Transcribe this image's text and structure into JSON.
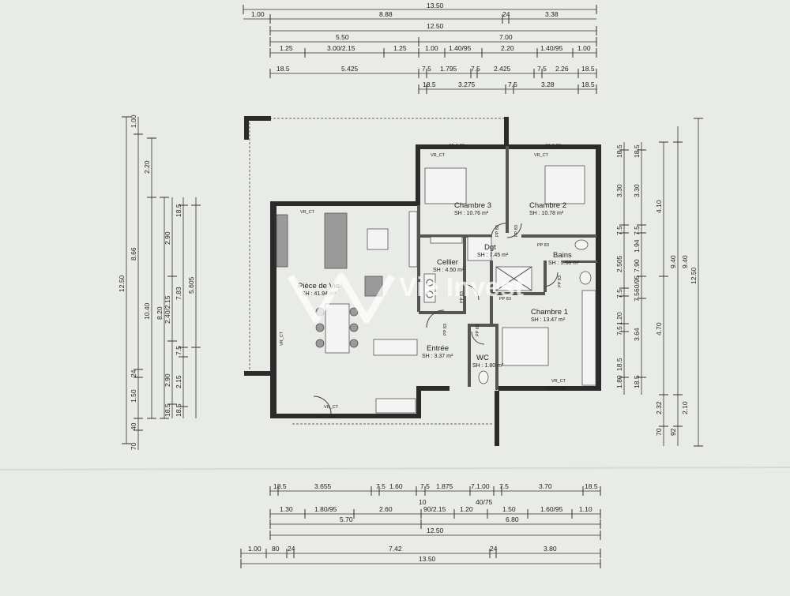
{
  "dimensions": {
    "top": [
      [
        "1.00",
        "8.88",
        "24",
        "3.38"
      ],
      [
        "12.50"
      ],
      [
        "5.50",
        "7.00"
      ],
      [
        "1.25",
        "3.00/2.15",
        "1.25",
        "1.00",
        "1.40/95",
        "2.20",
        "1.40/95",
        "1.00"
      ],
      [
        "18.5",
        "5.425",
        "7.5",
        "1.795",
        "7.5",
        "2.425",
        "7.5",
        "2.26",
        "18.5"
      ],
      [
        "18.5",
        "3.275",
        "7.5",
        "3.28",
        "18.5"
      ]
    ],
    "top_total": "13.50",
    "bottom": [
      [
        "18.5",
        "3.655",
        "7.5",
        "1.60",
        "7.5",
        "1.875",
        "7.1.00",
        "7.5",
        "3.70",
        "18.5"
      ],
      [
        "10",
        "40/75"
      ],
      [
        "1.30",
        "1.80/95",
        "2.60",
        "90/2.15",
        "1.20",
        "1.50",
        "1.60/95",
        "1.10"
      ],
      [
        "5.70",
        "6.80"
      ],
      [
        "12.50"
      ],
      [
        "1.00",
        "80",
        "24",
        "7.42",
        "24",
        "3.80"
      ],
      [
        "13.50"
      ]
    ],
    "left": [
      [
        "12.50"
      ],
      [
        "1.00",
        "8.66",
        "24",
        "1.50",
        "40",
        "70"
      ],
      [
        "2.20",
        "10.40"
      ],
      [
        "8.20"
      ],
      [
        "2.90",
        "2.40/2.15",
        "2.90",
        "18.5"
      ],
      [
        "18.5",
        "7.83",
        "7.5",
        "2.15",
        "18.5"
      ],
      [
        "5.605"
      ]
    ],
    "right": [
      [
        "18.5",
        "3.30",
        "7.5",
        "2.505",
        "7.5",
        "1.20",
        "7.5",
        "18.5",
        "1.80"
      ],
      [
        "18.5",
        "3.30",
        "7.5",
        "1.94",
        "7.90",
        "60/95",
        "7.5",
        "3.64",
        "18.5"
      ],
      [
        "4.10",
        "4.70",
        "2.32",
        "70"
      ],
      [
        "9.40",
        "9.40",
        "2.10",
        "92"
      ],
      [
        "12.50"
      ]
    ]
  },
  "rooms": [
    {
      "name": "Pièce de Vie",
      "sh": "SH : 41.94 m²"
    },
    {
      "name": "Chambre 3",
      "sh": "SH : 10.76 m²"
    },
    {
      "name": "Chambre 2",
      "sh": "SH : 10.78 m²"
    },
    {
      "name": "Dgt",
      "sh": "SH : 7.45 m²"
    },
    {
      "name": "Cellier",
      "sh": "SH : 4.50 m²"
    },
    {
      "name": "Bains",
      "sh": "SH : 5.68 m²"
    },
    {
      "name": "Chambre 1",
      "sh": "SH : 13.47 m²"
    },
    {
      "name": "Entrée",
      "sh": "SH : 3.37 m²"
    },
    {
      "name": "WC",
      "sh": "SH : 1.80 m²"
    }
  ],
  "labels": {
    "vr_ct": "VR_CT",
    "pp83": "PP 83",
    "all_120": "All. 1.20 m",
    "all_100": "All. 1.00 m"
  },
  "watermark": "Vie Invest",
  "colors": {
    "paper": "#e9ebe6",
    "wall": "#2b2b2b",
    "furniture": "#9a9a9a"
  }
}
